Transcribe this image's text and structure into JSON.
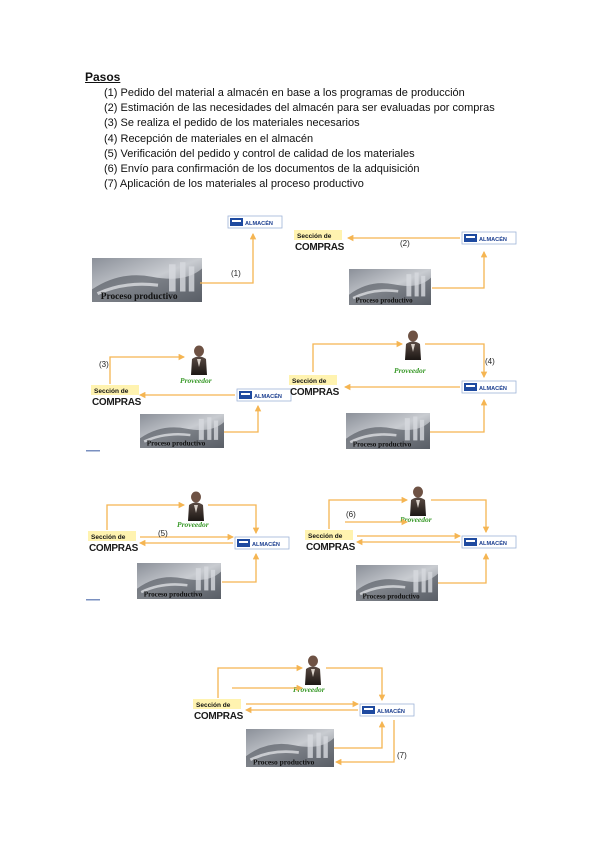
{
  "heading": "Pasos",
  "steps": [
    "(1)  Pedido del material a almacén en base a los programas de producción",
    "(2)  Estimación de las necesidades del almacén para ser evaluadas por compras",
    "(3)  Se realiza el pedido de los materiales necesarios",
    "(4)  Recepción de materiales en el almacén",
    "(5)  Verificación del pedido y control de calidad de los materiales",
    "(6)  Envío para confirmación de los documentos de la adquisición",
    "(7)  Aplicación de los materiales al proceso productivo"
  ],
  "labels": {
    "almacen": "ALMACÉN",
    "seccion_de": "Sección de",
    "compras": "COMPRAS",
    "proveedor": "Proveedor",
    "proceso": "Proceso productivo"
  },
  "step_markers": [
    "(1)",
    "(2)",
    "(3)",
    "(4)",
    "(5)",
    "(6)",
    "(7)"
  ],
  "colors": {
    "arrow": "#f5b552",
    "proveedor": "#3a9a2a",
    "almacen_text": "#1a3d8f"
  }
}
